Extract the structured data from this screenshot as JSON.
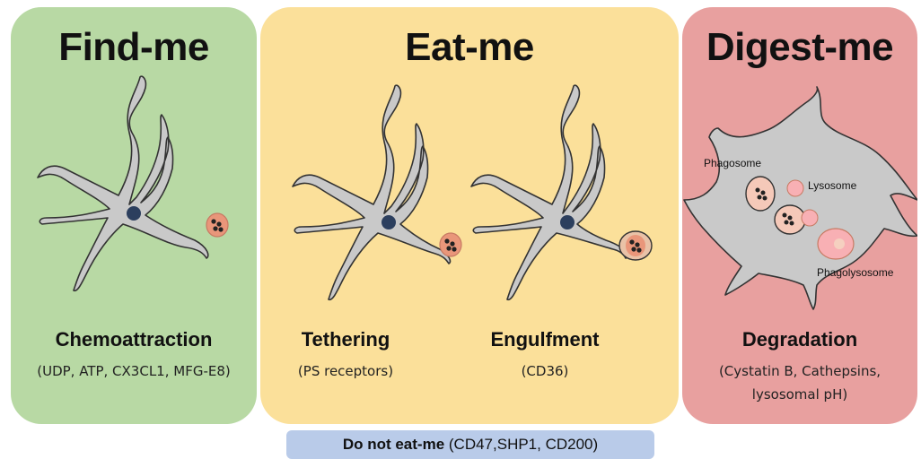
{
  "panels": {
    "find": {
      "title": "Find-me",
      "stage": "Chemoattraction",
      "detail": "(UDP, ATP, CX3CL1, MFG-E8)"
    },
    "eat": {
      "title": "Eat-me",
      "stages": [
        {
          "stage": "Tethering",
          "detail": "(PS receptors)"
        },
        {
          "stage": "Engulfment",
          "detail": "(CD36)"
        }
      ]
    },
    "digest": {
      "title": "Digest-me",
      "stage": "Degradation",
      "detail_line1": "(Cystatin B, Cathepsins,",
      "detail_line2": "lysosomal pH)",
      "labels": {
        "phagosome": "Phagosome",
        "lysosome": "Lysosome",
        "phagolysosome": "Phagolysosome"
      }
    }
  },
  "footer": {
    "bold": "Do not eat-me",
    "detail": " (CD47,SHP1, CD200)"
  },
  "colors": {
    "find_bg": "#b8d9a4",
    "eat_bg": "#fbe09a",
    "digest_bg": "#e8a09f",
    "footer_bg": "#b9cbe9",
    "cell_fill": "#c9c9c9",
    "nucleus": "#2c3f5e",
    "apoptotic": "#e9967a"
  }
}
